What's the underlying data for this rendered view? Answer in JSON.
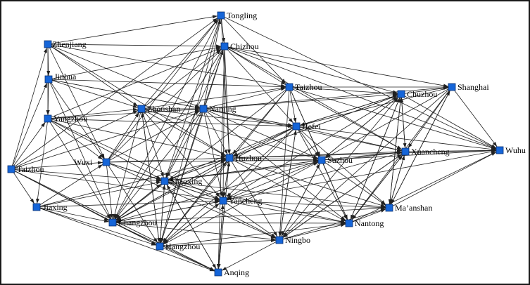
{
  "colors": {
    "node_fill": "#1565d8",
    "node_stroke": "#0a2f6e",
    "edge": "#202020",
    "background": "#ffffff"
  },
  "nodes": [
    {
      "id": "tongling",
      "label": "Tongling"
    },
    {
      "id": "zhenjiang",
      "label": "Zhenjiang"
    },
    {
      "id": "chizhou",
      "label": "Chizhou"
    },
    {
      "id": "jinhua",
      "label": "Jinhua"
    },
    {
      "id": "taizhou_zj",
      "label": "Taizhou"
    },
    {
      "id": "chuzhou",
      "label": "Chuzhou"
    },
    {
      "id": "shanghai",
      "label": "Shanghai"
    },
    {
      "id": "zhoushan",
      "label": "Zhoushan"
    },
    {
      "id": "nanjing",
      "label": "Nanjing"
    },
    {
      "id": "yangzhou",
      "label": "Yangzhou"
    },
    {
      "id": "hefei",
      "label": "Hefei"
    },
    {
      "id": "wuxi",
      "label": "Wuxi"
    },
    {
      "id": "huzhou",
      "label": "Huzhou"
    },
    {
      "id": "suzhou",
      "label": "Suzhou"
    },
    {
      "id": "xuancheng",
      "label": "Xuancheng"
    },
    {
      "id": "wuhu",
      "label": "Wuhu"
    },
    {
      "id": "taizhou_js",
      "label": "Taizhou"
    },
    {
      "id": "shaoxing",
      "label": "Shaoxing"
    },
    {
      "id": "jiaxing",
      "label": "Jiaxing"
    },
    {
      "id": "yancheng",
      "label": "Yancheng"
    },
    {
      "id": "maanshan",
      "label": "Ma’anshan"
    },
    {
      "id": "changzhou",
      "label": "Changzhou"
    },
    {
      "id": "nantong",
      "label": "Nantong"
    },
    {
      "id": "ningbo",
      "label": "Ningbo"
    },
    {
      "id": "hangzhou",
      "label": "Hangzhou"
    },
    {
      "id": "anqing",
      "label": "Anqing"
    }
  ],
  "edges": [
    [
      "zhenjiang",
      "tongling"
    ],
    [
      "zhenjiang",
      "chizhou"
    ],
    [
      "zhenjiang",
      "jinhua"
    ],
    [
      "zhenjiang",
      "yangzhou"
    ],
    [
      "zhenjiang",
      "zhoushan"
    ],
    [
      "zhenjiang",
      "nanjing"
    ],
    [
      "zhenjiang",
      "taizhou_zj"
    ],
    [
      "zhenjiang",
      "huzhou"
    ],
    [
      "zhenjiang",
      "wuxi"
    ],
    [
      "jinhua",
      "zhoushan"
    ],
    [
      "jinhua",
      "nanjing"
    ],
    [
      "jinhua",
      "taizhou_zj"
    ],
    [
      "jinhua",
      "yangzhou"
    ],
    [
      "jinhua",
      "wuxi"
    ],
    [
      "jinhua",
      "changzhou"
    ],
    [
      "jinhua",
      "hefei"
    ],
    [
      "jinhua",
      "chizhou"
    ],
    [
      "yangzhou",
      "zhoushan"
    ],
    [
      "yangzhou",
      "nanjing"
    ],
    [
      "yangzhou",
      "hefei"
    ],
    [
      "yangzhou",
      "wuxi"
    ],
    [
      "yangzhou",
      "shaoxing"
    ],
    [
      "yangzhou",
      "changzhou"
    ],
    [
      "yangzhou",
      "huzhou"
    ],
    [
      "yangzhou",
      "yancheng"
    ],
    [
      "yangzhou",
      "jiaxing"
    ],
    [
      "yangzhou",
      "chizhou"
    ],
    [
      "taizhou_js",
      "tongling"
    ],
    [
      "taizhou_js",
      "zhenjiang"
    ],
    [
      "taizhou_js",
      "jinhua"
    ],
    [
      "taizhou_js",
      "yangzhou"
    ],
    [
      "taizhou_js",
      "wuxi"
    ],
    [
      "taizhou_js",
      "shaoxing"
    ],
    [
      "taizhou_js",
      "jiaxing"
    ],
    [
      "taizhou_js",
      "changzhou"
    ],
    [
      "taizhou_js",
      "hangzhou"
    ],
    [
      "taizhou_js",
      "zhoushan"
    ],
    [
      "taizhou_js",
      "yancheng"
    ],
    [
      "taizhou_js",
      "nanjing"
    ],
    [
      "taizhou_js",
      "anqing"
    ],
    [
      "jiaxing",
      "changzhou"
    ],
    [
      "jiaxing",
      "hangzhou"
    ],
    [
      "jiaxing",
      "anqing"
    ],
    [
      "jiaxing",
      "shaoxing"
    ],
    [
      "jiaxing",
      "huzhou"
    ],
    [
      "jiaxing",
      "wuxi"
    ],
    [
      "jiaxing",
      "yancheng"
    ],
    [
      "wuxi",
      "zhoushan"
    ],
    [
      "wuxi",
      "nanjing"
    ],
    [
      "wuxi",
      "huzhou"
    ],
    [
      "wuxi",
      "shaoxing"
    ],
    [
      "wuxi",
      "suzhou"
    ],
    [
      "wuxi",
      "yancheng"
    ],
    [
      "wuxi",
      "changzhou"
    ],
    [
      "wuxi",
      "hangzhou"
    ],
    [
      "wuxi",
      "chizhou"
    ],
    [
      "wuxi",
      "tongling"
    ],
    [
      "wuxi",
      "ningbo"
    ],
    [
      "zhoushan",
      "nanjing"
    ],
    [
      "zhoushan",
      "tongling"
    ],
    [
      "zhoushan",
      "chizhou"
    ],
    [
      "zhoushan",
      "hefei"
    ],
    [
      "zhoushan",
      "huzhou"
    ],
    [
      "zhoushan",
      "shaoxing"
    ],
    [
      "zhoushan",
      "changzhou"
    ],
    [
      "zhoushan",
      "hangzhou"
    ],
    [
      "zhoushan",
      "taizhou_zj"
    ],
    [
      "zhoushan",
      "yancheng"
    ],
    [
      "zhoushan",
      "suzhou"
    ],
    [
      "nanjing",
      "tongling"
    ],
    [
      "nanjing",
      "chizhou"
    ],
    [
      "nanjing",
      "taizhou_zj"
    ],
    [
      "nanjing",
      "chuzhou"
    ],
    [
      "nanjing",
      "hefei"
    ],
    [
      "nanjing",
      "huzhou"
    ],
    [
      "nanjing",
      "suzhou"
    ],
    [
      "nanjing",
      "shaoxing"
    ],
    [
      "nanjing",
      "yancheng"
    ],
    [
      "nanjing",
      "changzhou"
    ],
    [
      "nanjing",
      "hangzhou"
    ],
    [
      "nanjing",
      "xuancheng"
    ],
    [
      "nanjing",
      "nantong"
    ],
    [
      "nanjing",
      "shanghai"
    ],
    [
      "chizhou",
      "taizhou_zj"
    ],
    [
      "chizhou",
      "chuzhou"
    ],
    [
      "chizhou",
      "shanghai"
    ],
    [
      "chizhou",
      "hefei"
    ],
    [
      "chizhou",
      "huzhou"
    ],
    [
      "chizhou",
      "shaoxing"
    ],
    [
      "chizhou",
      "changzhou"
    ],
    [
      "chizhou",
      "hangzhou"
    ],
    [
      "chizhou",
      "yancheng"
    ],
    [
      "chizhou",
      "xuancheng"
    ],
    [
      "chizhou",
      "wuhu"
    ],
    [
      "chizhou",
      "anqing"
    ],
    [
      "tongling",
      "chizhou"
    ],
    [
      "tongling",
      "taizhou_zj"
    ],
    [
      "tongling",
      "wuhu"
    ],
    [
      "tongling",
      "shaoxing"
    ],
    [
      "tongling",
      "changzhou"
    ],
    [
      "tongling",
      "hangzhou"
    ],
    [
      "tongling",
      "huzhou"
    ],
    [
      "taizhou_zj",
      "chuzhou"
    ],
    [
      "taizhou_zj",
      "shanghai"
    ],
    [
      "taizhou_zj",
      "hefei"
    ],
    [
      "taizhou_zj",
      "suzhou"
    ],
    [
      "taizhou_zj",
      "xuancheng"
    ],
    [
      "taizhou_zj",
      "wuhu"
    ],
    [
      "taizhou_zj",
      "ningbo"
    ],
    [
      "taizhou_zj",
      "nantong"
    ],
    [
      "taizhou_zj",
      "huzhou"
    ],
    [
      "taizhou_zj",
      "changzhou"
    ],
    [
      "taizhou_zj",
      "hangzhou"
    ],
    [
      "chuzhou",
      "shanghai"
    ],
    [
      "chuzhou",
      "xuancheng"
    ],
    [
      "chuzhou",
      "wuhu"
    ],
    [
      "chuzhou",
      "hefei"
    ],
    [
      "chuzhou",
      "maanshan"
    ],
    [
      "chuzhou",
      "suzhou"
    ],
    [
      "chuzhou",
      "huzhou"
    ],
    [
      "chuzhou",
      "nantong"
    ],
    [
      "chuzhou",
      "yancheng"
    ],
    [
      "shanghai",
      "wuhu"
    ],
    [
      "shanghai",
      "xuancheng"
    ],
    [
      "shanghai",
      "hefei"
    ],
    [
      "shanghai",
      "maanshan"
    ],
    [
      "shanghai",
      "nantong"
    ],
    [
      "shanghai",
      "ningbo"
    ],
    [
      "shanghai",
      "suzhou"
    ],
    [
      "hefei",
      "huzhou"
    ],
    [
      "hefei",
      "suzhou"
    ],
    [
      "hefei",
      "xuancheng"
    ],
    [
      "hefei",
      "wuhu"
    ],
    [
      "hefei",
      "shaoxing"
    ],
    [
      "hefei",
      "yancheng"
    ],
    [
      "hefei",
      "maanshan"
    ],
    [
      "hefei",
      "nantong"
    ],
    [
      "hefei",
      "ningbo"
    ],
    [
      "hefei",
      "chuzhou"
    ],
    [
      "hefei",
      "changzhou"
    ],
    [
      "hefei",
      "hangzhou"
    ],
    [
      "huzhou",
      "suzhou"
    ],
    [
      "huzhou",
      "shaoxing"
    ],
    [
      "huzhou",
      "yancheng"
    ],
    [
      "huzhou",
      "xuancheng"
    ],
    [
      "huzhou",
      "changzhou"
    ],
    [
      "huzhou",
      "hangzhou"
    ],
    [
      "huzhou",
      "ningbo"
    ],
    [
      "huzhou",
      "nantong"
    ],
    [
      "huzhou",
      "maanshan"
    ],
    [
      "huzhou",
      "chuzhou"
    ],
    [
      "huzhou",
      "wuhu"
    ],
    [
      "huzhou",
      "anqing"
    ],
    [
      "suzhou",
      "xuancheng"
    ],
    [
      "suzhou",
      "wuhu"
    ],
    [
      "suzhou",
      "maanshan"
    ],
    [
      "suzhou",
      "nantong"
    ],
    [
      "suzhou",
      "shaoxing"
    ],
    [
      "suzhou",
      "yancheng"
    ],
    [
      "suzhou",
      "chuzhou"
    ],
    [
      "suzhou",
      "ningbo"
    ],
    [
      "suzhou",
      "changzhou"
    ],
    [
      "xuancheng",
      "wuhu"
    ],
    [
      "xuancheng",
      "maanshan"
    ],
    [
      "xuancheng",
      "nantong"
    ],
    [
      "xuancheng",
      "chuzhou"
    ],
    [
      "xuancheng",
      "ningbo"
    ],
    [
      "shaoxing",
      "yancheng"
    ],
    [
      "shaoxing",
      "changzhou"
    ],
    [
      "shaoxing",
      "hangzhou"
    ],
    [
      "shaoxing",
      "ningbo"
    ],
    [
      "shaoxing",
      "suzhou"
    ],
    [
      "shaoxing",
      "huzhou"
    ],
    [
      "shaoxing",
      "xuancheng"
    ],
    [
      "shaoxing",
      "maanshan"
    ],
    [
      "shaoxing",
      "nantong"
    ],
    [
      "shaoxing",
      "anqing"
    ],
    [
      "yancheng",
      "maanshan"
    ],
    [
      "yancheng",
      "nantong"
    ],
    [
      "yancheng",
      "ningbo"
    ],
    [
      "yancheng",
      "hangzhou"
    ],
    [
      "yancheng",
      "anqing"
    ],
    [
      "yancheng",
      "xuancheng"
    ],
    [
      "yancheng",
      "changzhou"
    ],
    [
      "yancheng",
      "wuhu"
    ],
    [
      "changzhou",
      "hangzhou"
    ],
    [
      "changzhou",
      "ningbo"
    ],
    [
      "changzhou",
      "anqing"
    ],
    [
      "changzhou",
      "shaoxing"
    ],
    [
      "changzhou",
      "nantong"
    ],
    [
      "changzhou",
      "yancheng"
    ],
    [
      "changzhou",
      "maanshan"
    ],
    [
      "changzhou",
      "huzhou"
    ],
    [
      "hangzhou",
      "anqing"
    ],
    [
      "hangzhou",
      "ningbo"
    ],
    [
      "hangzhou",
      "shaoxing"
    ],
    [
      "hangzhou",
      "huzhou"
    ],
    [
      "hangzhou",
      "suzhou"
    ],
    [
      "hangzhou",
      "nantong"
    ],
    [
      "hangzhou",
      "yancheng"
    ],
    [
      "hangzhou",
      "zhoushan"
    ],
    [
      "ningbo",
      "nantong"
    ],
    [
      "ningbo",
      "anqing"
    ],
    [
      "ningbo",
      "maanshan"
    ],
    [
      "ningbo",
      "xuancheng"
    ],
    [
      "ningbo",
      "hefei"
    ],
    [
      "ningbo",
      "suzhou"
    ],
    [
      "ningbo",
      "chuzhou"
    ],
    [
      "nantong",
      "maanshan"
    ],
    [
      "nantong",
      "xuancheng"
    ],
    [
      "nantong",
      "chuzhou"
    ],
    [
      "nantong",
      "wuhu"
    ],
    [
      "maanshan",
      "xuancheng"
    ],
    [
      "maanshan",
      "shanghai"
    ],
    [
      "maanshan",
      "chuzhou"
    ],
    [
      "maanshan",
      "wuhu"
    ],
    [
      "anqing",
      "shaoxing"
    ],
    [
      "anqing",
      "huzhou"
    ],
    [
      "anqing",
      "yancheng"
    ]
  ]
}
